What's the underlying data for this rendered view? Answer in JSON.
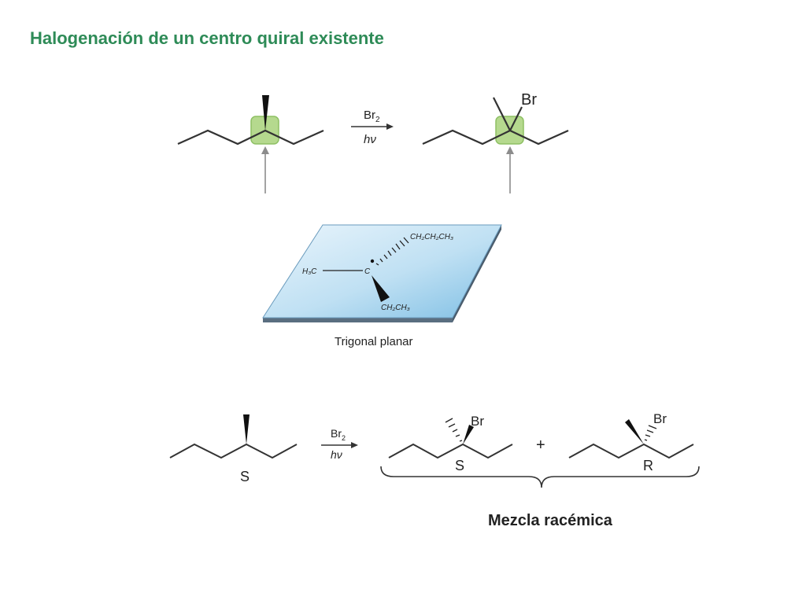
{
  "title": "Halogenación de un centro quiral existente",
  "colors": {
    "title": "#2e8b57",
    "bond": "#333333",
    "highlight_fill": "#a9d37b",
    "highlight_stroke": "#7bb64a",
    "arrow_gray": "#8c8c8c",
    "plane_light": "#e6f3fb",
    "plane_dark": "#8ac6e8",
    "plane_edge": "#5a6e80"
  },
  "top_reaction": {
    "reagent": "Br",
    "reagent_subscript": "2",
    "condition": "hν",
    "product_substituent": "Br"
  },
  "trigonal_intermediate": {
    "methyl_label": "H₃C",
    "center_label": "C",
    "propyl_label": "CH₂CH₂CH₃",
    "ethyl_label": "CH₂CH₃",
    "caption": "Trigonal planar"
  },
  "bottom_reaction": {
    "reagent": "Br",
    "reagent_subscript": "2",
    "condition": "hν",
    "product_substituent": "Br",
    "reactant_config": "S",
    "product1_config": "S",
    "product2_config": "R",
    "plus": "+",
    "mixture_label": "Mezcla racémica"
  }
}
